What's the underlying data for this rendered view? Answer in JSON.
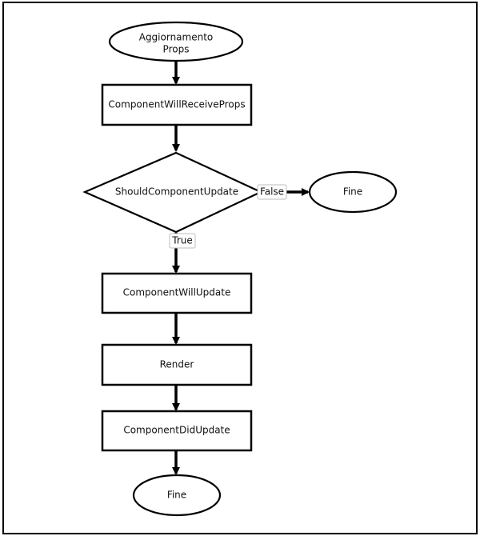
{
  "diagram": {
    "nodes": {
      "start": {
        "lines": [
          "Aggiornamento",
          "Props"
        ]
      },
      "will_receive_props": {
        "label": "ComponentWillReceiveProps"
      },
      "should_update": {
        "label": "ShouldComponentUpdate"
      },
      "end_false": {
        "label": "Fine"
      },
      "will_update": {
        "label": "ComponentWillUpdate"
      },
      "render": {
        "label": "Render"
      },
      "did_update": {
        "label": "ComponentDidUpdate"
      },
      "end_final": {
        "label": "Fine"
      }
    },
    "edges": {
      "false_label": "False",
      "true_label": "True"
    }
  }
}
